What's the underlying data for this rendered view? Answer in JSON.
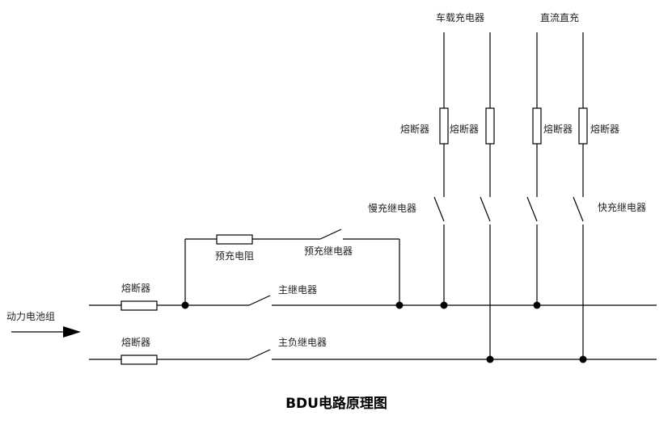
{
  "title": "BDU电路原理图",
  "labels": {
    "battery": "动力电池组",
    "fuse_pos": "熔断器",
    "fuse_neg": "熔断器",
    "precharge_resistor": "预充电阻",
    "precharge_relay": "预充继电器",
    "main_relay": "主继电器",
    "main_neg_relay": "主负继电器",
    "slow_charge_relay": "慢充继电器",
    "fast_charge_relay": "快充继电器",
    "onboard_charger": "车载充电器",
    "dc_charge": "直流直充",
    "fuse_obc_1": "熔断器",
    "fuse_obc_2": "熔断器",
    "fuse_dc_1": "熔断器",
    "fuse_dc_2": "熔断器"
  }
}
